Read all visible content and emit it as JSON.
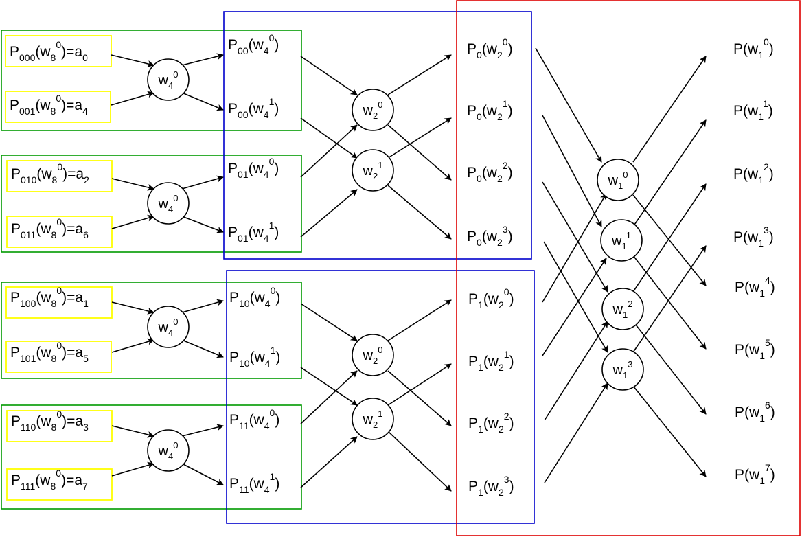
{
  "colors": {
    "green": "#009900",
    "blue": "#0000cc",
    "red": "#dd0000",
    "yellow": "#ffff00",
    "black": "#000000"
  },
  "inputs": [
    {
      "label": "P000(w80)=a0",
      "coef": "a0"
    },
    {
      "label": "P001(w80)=a4",
      "coef": "a4"
    },
    {
      "label": "P010(w80)=a2",
      "coef": "a2"
    },
    {
      "label": "P011(w80)=a6",
      "coef": "a6"
    },
    {
      "label": "P100(w80)=a1",
      "coef": "a1"
    },
    {
      "label": "P101(w80)=a5",
      "coef": "a5"
    },
    {
      "label": "P110(w80)=a3",
      "coef": "a3"
    },
    {
      "label": "P111(w80)=a7",
      "coef": "a7"
    }
  ],
  "stage1_nodes": [
    "w40",
    "w40",
    "w40",
    "w40"
  ],
  "stage1_outputs": [
    "P00(w40)",
    "P00(w41)",
    "P01(w40)",
    "P01(w41)",
    "P10(w40)",
    "P10(w41)",
    "P11(w40)",
    "P11(w41)"
  ],
  "stage2_nodes": [
    "w20",
    "w21",
    "w20",
    "w21"
  ],
  "stage2_outputs": [
    "P0(w20)",
    "P0(w21)",
    "P0(w22)",
    "P0(w23)",
    "P1(w20)",
    "P1(w21)",
    "P1(w22)",
    "P1(w23)"
  ],
  "stage3_nodes": [
    "w10",
    "w11",
    "w12",
    "w13"
  ],
  "final_outputs": [
    "P(w10)",
    "P(w11)",
    "P(w12)",
    "P(w13)",
    "P(w14)",
    "P(w15)",
    "P(w16)",
    "P(w17)"
  ]
}
